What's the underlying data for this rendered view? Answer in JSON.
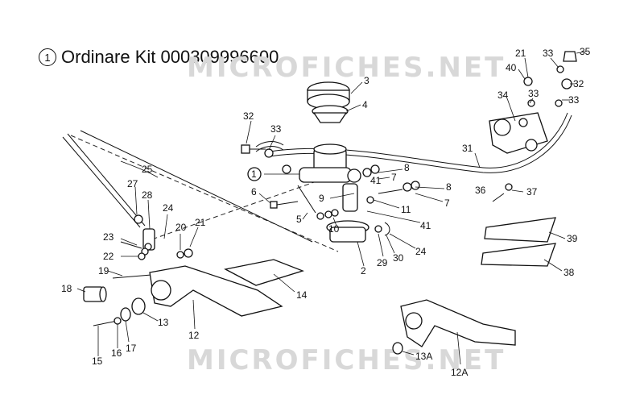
{
  "header": {
    "symbol": "1",
    "text": "Ordinare Kit 000309996600"
  },
  "watermarks": [
    "MICROFICHES.NET",
    "MICROFICHES.NET"
  ],
  "labels": [
    {
      "id": "l3",
      "text": "3"
    },
    {
      "id": "l4",
      "text": "4"
    },
    {
      "id": "l32a",
      "text": "32"
    },
    {
      "id": "l33a",
      "text": "33"
    },
    {
      "id": "l1",
      "text": "1"
    },
    {
      "id": "l8a",
      "text": "8"
    },
    {
      "id": "l41a",
      "text": "41"
    },
    {
      "id": "l7a",
      "text": "7"
    },
    {
      "id": "l8b",
      "text": "8"
    },
    {
      "id": "l7b",
      "text": "7"
    },
    {
      "id": "l6",
      "text": "6"
    },
    {
      "id": "l9",
      "text": "9"
    },
    {
      "id": "l11",
      "text": "11"
    },
    {
      "id": "l5",
      "text": "5"
    },
    {
      "id": "l10",
      "text": "10"
    },
    {
      "id": "l41b",
      "text": "41"
    },
    {
      "id": "l2",
      "text": "2"
    },
    {
      "id": "l29",
      "text": "29"
    },
    {
      "id": "l30",
      "text": "30"
    },
    {
      "id": "l24a",
      "text": "24"
    },
    {
      "id": "l31",
      "text": "31"
    },
    {
      "id": "l21a",
      "text": "21"
    },
    {
      "id": "l40",
      "text": "40"
    },
    {
      "id": "l33b",
      "text": "33"
    },
    {
      "id": "l35",
      "text": "35"
    },
    {
      "id": "l32b",
      "text": "32"
    },
    {
      "id": "l34",
      "text": "34"
    },
    {
      "id": "l33c",
      "text": "33"
    },
    {
      "id": "l33d",
      "text": "33"
    },
    {
      "id": "l36",
      "text": "36"
    },
    {
      "id": "l37",
      "text": "37"
    },
    {
      "id": "l39",
      "text": "39"
    },
    {
      "id": "l38",
      "text": "38"
    },
    {
      "id": "l25",
      "text": "25"
    },
    {
      "id": "l27",
      "text": "27"
    },
    {
      "id": "l28",
      "text": "28"
    },
    {
      "id": "l24b",
      "text": "24"
    },
    {
      "id": "l23",
      "text": "23"
    },
    {
      "id": "l22",
      "text": "22"
    },
    {
      "id": "l20",
      "text": "20"
    },
    {
      "id": "l21b",
      "text": "21"
    },
    {
      "id": "l19",
      "text": "19"
    },
    {
      "id": "l18",
      "text": "18"
    },
    {
      "id": "l14",
      "text": "14"
    },
    {
      "id": "l13",
      "text": "13"
    },
    {
      "id": "l12",
      "text": "12"
    },
    {
      "id": "l15",
      "text": "15"
    },
    {
      "id": "l16",
      "text": "16"
    },
    {
      "id": "l17",
      "text": "17"
    },
    {
      "id": "l13A",
      "text": "13A"
    },
    {
      "id": "l12A",
      "text": "12A"
    }
  ]
}
